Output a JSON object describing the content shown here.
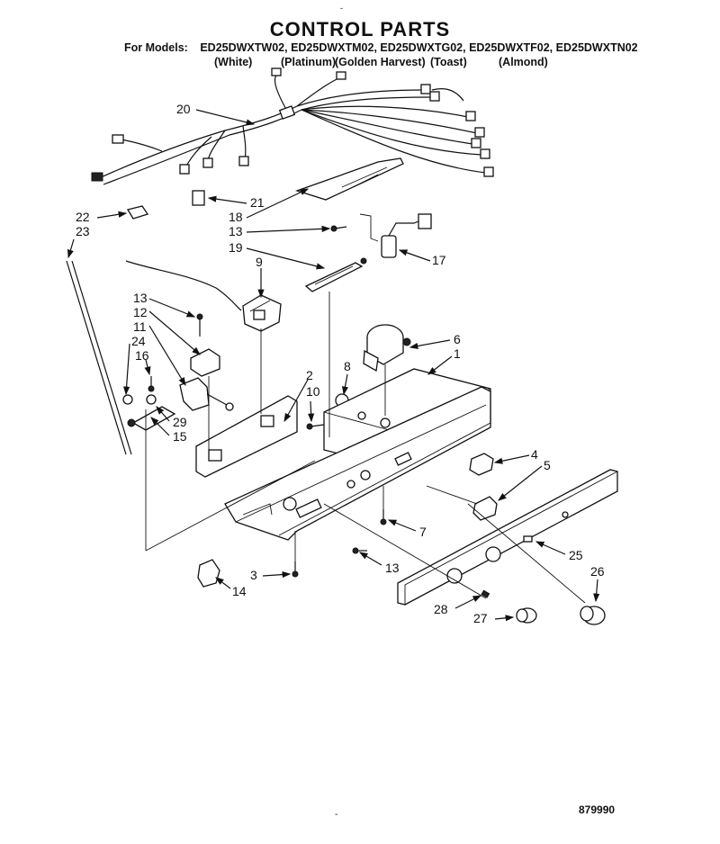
{
  "top_mark": "-",
  "title": "CONTROL PARTS",
  "models_label": "For Models:",
  "models": [
    "ED25DWXTW02,",
    "ED25DWXTM02,",
    "ED25DWXTG02,",
    "ED25DWXTF02,",
    "ED25DWXTN02"
  ],
  "colors": [
    "(White)",
    "(Platinum)",
    "(Golden Harvest)",
    "(Toast)",
    "(Almond)"
  ],
  "callouts": [
    "20",
    "21",
    "18",
    "13",
    "22",
    "23",
    "19",
    "17",
    "9",
    "13",
    "12",
    "11",
    "24",
    "16",
    "10",
    "2",
    "8",
    "6",
    "1",
    "29",
    "15",
    "4",
    "5",
    "7",
    "13",
    "3",
    "14",
    "25",
    "26",
    "28",
    "27"
  ],
  "page_mark": "-",
  "catalog_number": "879990"
}
